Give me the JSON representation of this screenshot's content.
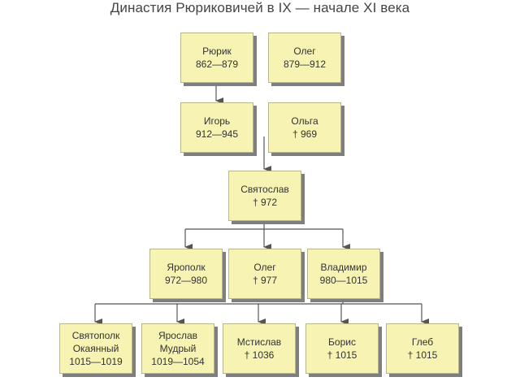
{
  "title": "Династия Рюриковичей в IX — начале XI века",
  "colors": {
    "box_fill": "#f6f3b3",
    "shadow": "#7e7e7e",
    "line": "#555555"
  },
  "nodes": {
    "rurik": {
      "name": "Рюрик",
      "dates": "862—879"
    },
    "oleg1": {
      "name": "Олег",
      "dates": "879—912"
    },
    "igor": {
      "name": "Игорь",
      "dates": "912—945"
    },
    "olga": {
      "name": "Ольга",
      "dates": "† 969"
    },
    "svyatoslav": {
      "name": "Святослав",
      "dates": "† 972"
    },
    "yaropolk": {
      "name": "Ярополк",
      "dates": "972—980"
    },
    "oleg2": {
      "name": "Олег",
      "dates": "† 977"
    },
    "vladimir": {
      "name": "Владимир",
      "dates": "980—1015"
    },
    "svyatopolk": {
      "name": "Святополк",
      "name2": "Окаянный",
      "dates": "1015—1019"
    },
    "yaroslav": {
      "name": "Ярослав",
      "name2": "Мудрый",
      "dates": "1019—1054"
    },
    "mstislav": {
      "name": "Мстислав",
      "dates": "† 1036"
    },
    "boris": {
      "name": "Борис",
      "dates": "† 1015"
    },
    "gleb": {
      "name": "Глеб",
      "dates": "† 1015"
    }
  }
}
